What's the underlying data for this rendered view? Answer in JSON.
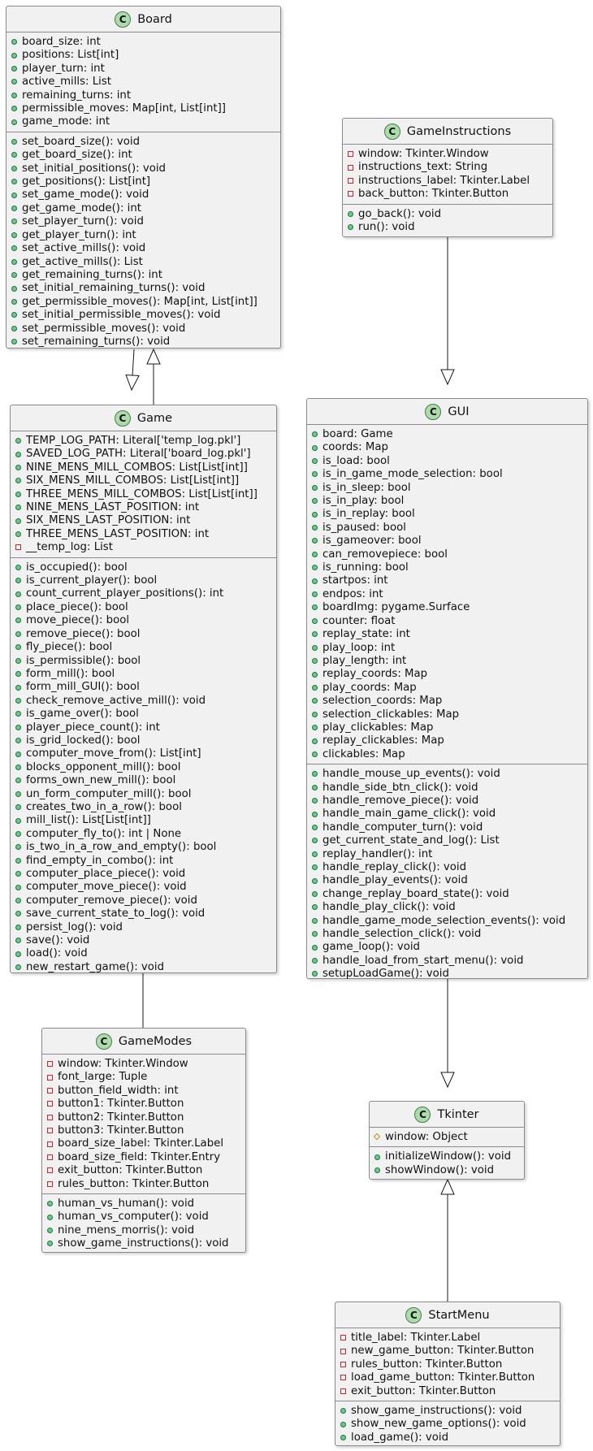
{
  "diagram": {
    "classes": [
      {
        "id": "Board",
        "badge": "C",
        "name": "Board",
        "attributes": [
          {
            "v": "pub",
            "text": "board_size: int"
          },
          {
            "v": "pub",
            "text": "positions: List[int]"
          },
          {
            "v": "pub",
            "text": "player_turn: int"
          },
          {
            "v": "pub",
            "text": "active_mills: List"
          },
          {
            "v": "pub",
            "text": "remaining_turns: int"
          },
          {
            "v": "pub",
            "text": "permissible_moves: Map[int, List[int]]"
          },
          {
            "v": "pub",
            "text": "game_mode: int"
          }
        ],
        "methods": [
          {
            "v": "pub",
            "text": "set_board_size(): void"
          },
          {
            "v": "pub",
            "text": "get_board_size(): int"
          },
          {
            "v": "pub",
            "text": "set_initial_positions(): void"
          },
          {
            "v": "pub",
            "text": "get_positions(): List[int]"
          },
          {
            "v": "pub",
            "text": "set_game_mode(): void"
          },
          {
            "v": "pub",
            "text": "get_game_mode(): int"
          },
          {
            "v": "pub",
            "text": "set_player_turn(): void"
          },
          {
            "v": "pub",
            "text": "get_player_turn(): int"
          },
          {
            "v": "pub",
            "text": "set_active_mills(): void"
          },
          {
            "v": "pub",
            "text": "get_active_mills(): List"
          },
          {
            "v": "pub",
            "text": "get_remaining_turns(): int"
          },
          {
            "v": "pub",
            "text": "set_initial_remaining_turns(): void"
          },
          {
            "v": "pub",
            "text": "get_permissible_moves(): Map[int, List[int]]"
          },
          {
            "v": "pub",
            "text": "set_initial_permissible_moves(): void"
          },
          {
            "v": "pub",
            "text": "set_permissible_moves(): void"
          },
          {
            "v": "pub",
            "text": "set_remaining_turns(): void"
          }
        ]
      },
      {
        "id": "GameInstructions",
        "badge": "C",
        "name": "GameInstructions",
        "attributes": [
          {
            "v": "priv",
            "text": "window: Tkinter.Window"
          },
          {
            "v": "priv",
            "text": "instructions_text: String"
          },
          {
            "v": "priv",
            "text": "instructions_label: Tkinter.Label"
          },
          {
            "v": "priv",
            "text": "back_button: Tkinter.Button"
          }
        ],
        "methods": [
          {
            "v": "pub",
            "text": "go_back(): void"
          },
          {
            "v": "pub",
            "text": "run(): void"
          }
        ]
      },
      {
        "id": "Game",
        "badge": "C",
        "name": "Game",
        "attributes": [
          {
            "v": "pub",
            "text": "TEMP_LOG_PATH: Literal['temp_log.pkl']"
          },
          {
            "v": "pub",
            "text": "SAVED_LOG_PATH: Literal['board_log.pkl']"
          },
          {
            "v": "pub",
            "text": "NINE_MENS_MILL_COMBOS: List[List[int]]"
          },
          {
            "v": "pub",
            "text": "SIX_MENS_MILL_COMBOS: List[List[int]]"
          },
          {
            "v": "pub",
            "text": "THREE_MENS_MILL_COMBOS: List[List[int]]"
          },
          {
            "v": "pub",
            "text": "NINE_MENS_LAST_POSITION: int"
          },
          {
            "v": "pub",
            "text": "SIX_MENS_LAST_POSITION: int"
          },
          {
            "v": "pub",
            "text": "THREE_MENS_LAST_POSITION: int"
          },
          {
            "v": "priv",
            "text": "__temp_log: List"
          }
        ],
        "methods": [
          {
            "v": "pub",
            "text": "is_occupied(): bool"
          },
          {
            "v": "pub",
            "text": "is_current_player(): bool"
          },
          {
            "v": "pub",
            "text": "count_current_player_positions(): int"
          },
          {
            "v": "pub",
            "text": "place_piece(): bool"
          },
          {
            "v": "pub",
            "text": "move_piece(): bool"
          },
          {
            "v": "pub",
            "text": "remove_piece(): bool"
          },
          {
            "v": "pub",
            "text": "fly_piece(): bool"
          },
          {
            "v": "pub",
            "text": "is_permissible(): bool"
          },
          {
            "v": "pub",
            "text": "form_mill(): bool"
          },
          {
            "v": "pub",
            "text": "form_mill_GUI(): bool"
          },
          {
            "v": "pub",
            "text": "check_remove_active_mill(): void"
          },
          {
            "v": "pub",
            "text": "is_game_over(): bool"
          },
          {
            "v": "pub",
            "text": "player_piece_count(): int"
          },
          {
            "v": "pub",
            "text": "is_grid_locked(): bool"
          },
          {
            "v": "pub",
            "text": "computer_move_from(): List[int]"
          },
          {
            "v": "pub",
            "text": "blocks_opponent_mill(): bool"
          },
          {
            "v": "pub",
            "text": "forms_own_new_mill(): bool"
          },
          {
            "v": "pub",
            "text": "un_form_computer_mill(): bool"
          },
          {
            "v": "pub",
            "text": "creates_two_in_a_row(): bool"
          },
          {
            "v": "pub",
            "text": "mill_list(): List[List[int]]"
          },
          {
            "v": "pub",
            "text": "computer_fly_to(): int | None"
          },
          {
            "v": "pub",
            "text": "is_two_in_a_row_and_empty(): bool"
          },
          {
            "v": "pub",
            "text": "find_empty_in_combo(): int"
          },
          {
            "v": "pub",
            "text": "computer_place_piece(): void"
          },
          {
            "v": "pub",
            "text": "computer_move_piece(): void"
          },
          {
            "v": "pub",
            "text": "computer_remove_piece(): void"
          },
          {
            "v": "pub",
            "text": "save_current_state_to_log(): void"
          },
          {
            "v": "pub",
            "text": "persist_log(): void"
          },
          {
            "v": "pub",
            "text": "save(): void"
          },
          {
            "v": "pub",
            "text": "load(): void"
          },
          {
            "v": "pub",
            "text": "new_restart_game(): void"
          }
        ]
      },
      {
        "id": "GUI",
        "badge": "C",
        "name": "GUI",
        "attributes": [
          {
            "v": "pub",
            "text": "board: Game"
          },
          {
            "v": "pub",
            "text": "coords: Map"
          },
          {
            "v": "pub",
            "text": "is_load: bool"
          },
          {
            "v": "pub",
            "text": "is_in_game_mode_selection: bool"
          },
          {
            "v": "pub",
            "text": "is_in_sleep: bool"
          },
          {
            "v": "pub",
            "text": "is_in_play: bool"
          },
          {
            "v": "pub",
            "text": "is_in_replay: bool"
          },
          {
            "v": "pub",
            "text": "is_paused: bool"
          },
          {
            "v": "pub",
            "text": "is_gameover: bool"
          },
          {
            "v": "pub",
            "text": "can_removepiece: bool"
          },
          {
            "v": "pub",
            "text": "is_running: bool"
          },
          {
            "v": "pub",
            "text": "startpos: int"
          },
          {
            "v": "pub",
            "text": "endpos: int"
          },
          {
            "v": "pub",
            "text": "boardImg: pygame.Surface"
          },
          {
            "v": "pub",
            "text": "counter: float"
          },
          {
            "v": "pub",
            "text": "replay_state: int"
          },
          {
            "v": "pub",
            "text": "play_loop: int"
          },
          {
            "v": "pub",
            "text": "play_length: int"
          },
          {
            "v": "pub",
            "text": "replay_coords: Map"
          },
          {
            "v": "pub",
            "text": "play_coords: Map"
          },
          {
            "v": "pub",
            "text": "selection_coords: Map"
          },
          {
            "v": "pub",
            "text": "selection_clickables: Map"
          },
          {
            "v": "pub",
            "text": "play_clickables: Map"
          },
          {
            "v": "pub",
            "text": "replay_clickables: Map"
          },
          {
            "v": "pub",
            "text": "clickables: Map"
          }
        ],
        "methods": [
          {
            "v": "pub",
            "text": "handle_mouse_up_events(): void"
          },
          {
            "v": "pub",
            "text": "handle_side_btn_click(): void"
          },
          {
            "v": "pub",
            "text": "handle_remove_piece(): void"
          },
          {
            "v": "pub",
            "text": "handle_main_game_click(): void"
          },
          {
            "v": "pub",
            "text": "handle_computer_turn(): void"
          },
          {
            "v": "pub",
            "text": "get_current_state_and_log(): List"
          },
          {
            "v": "pub",
            "text": "replay_handler(): int"
          },
          {
            "v": "pub",
            "text": "handle_replay_click(): void"
          },
          {
            "v": "pub",
            "text": "handle_play_events(): void"
          },
          {
            "v": "pub",
            "text": "change_replay_board_state(): void"
          },
          {
            "v": "pub",
            "text": "handle_play_click(): void"
          },
          {
            "v": "pub",
            "text": "handle_game_mode_selection_events(): void"
          },
          {
            "v": "pub",
            "text": "handle_selection_click(): void"
          },
          {
            "v": "pub",
            "text": "game_loop(): void"
          },
          {
            "v": "pub",
            "text": "handle_load_from_start_menu(): void"
          },
          {
            "v": "pub",
            "text": "setupLoadGame(): void"
          }
        ]
      },
      {
        "id": "GameModes",
        "badge": "C",
        "name": "GameModes",
        "attributes": [
          {
            "v": "priv",
            "text": "window: Tkinter.Window"
          },
          {
            "v": "priv",
            "text": "font_large: Tuple"
          },
          {
            "v": "priv",
            "text": "button_field_width: int"
          },
          {
            "v": "priv",
            "text": "button1: Tkinter.Button"
          },
          {
            "v": "priv",
            "text": "button2: Tkinter.Button"
          },
          {
            "v": "priv",
            "text": "button3: Tkinter.Button"
          },
          {
            "v": "priv",
            "text": "board_size_label: Tkinter.Label"
          },
          {
            "v": "priv",
            "text": "board_size_field: Tkinter.Entry"
          },
          {
            "v": "priv",
            "text": "exit_button: Tkinter.Button"
          },
          {
            "v": "priv",
            "text": "rules_button: Tkinter.Button"
          }
        ],
        "methods": [
          {
            "v": "pub",
            "text": "human_vs_human(): void"
          },
          {
            "v": "pub",
            "text": "human_vs_computer(): void"
          },
          {
            "v": "pub",
            "text": "nine_mens_morris(): void"
          },
          {
            "v": "pub",
            "text": "show_game_instructions(): void"
          }
        ]
      },
      {
        "id": "Tkinter",
        "badge": "C",
        "name": "Tkinter",
        "attributes": [
          {
            "v": "prot",
            "text": "window: Object"
          }
        ],
        "methods": [
          {
            "v": "pub",
            "text": "initializeWindow(): void"
          },
          {
            "v": "pub",
            "text": "showWindow(): void"
          }
        ]
      },
      {
        "id": "StartMenu",
        "badge": "C",
        "name": "StartMenu",
        "attributes": [
          {
            "v": "priv",
            "text": "title_label: Tkinter.Label"
          },
          {
            "v": "priv",
            "text": "new_game_button: Tkinter.Button"
          },
          {
            "v": "priv",
            "text": "rules_button: Tkinter.Button"
          },
          {
            "v": "priv",
            "text": "load_game_button: Tkinter.Button"
          },
          {
            "v": "priv",
            "text": "exit_button: Tkinter.Button"
          }
        ],
        "methods": [
          {
            "v": "pub",
            "text": "show_game_instructions(): void"
          },
          {
            "v": "pub",
            "text": "show_new_game_options(): void"
          },
          {
            "v": "pub",
            "text": "load_game(): void"
          }
        ]
      }
    ],
    "relations": [
      {
        "from": "Board",
        "to": "Game",
        "type": "generalization"
      },
      {
        "from": "Game",
        "to": "Board",
        "type": "generalization"
      },
      {
        "from": "GameInstructions",
        "to": "GUI",
        "type": "generalization"
      },
      {
        "from": "Game",
        "to": "GameModes",
        "type": "association"
      },
      {
        "from": "GUI",
        "to": "Tkinter",
        "type": "generalization"
      },
      {
        "from": "StartMenu",
        "to": "Tkinter",
        "type": "generalization"
      }
    ]
  }
}
